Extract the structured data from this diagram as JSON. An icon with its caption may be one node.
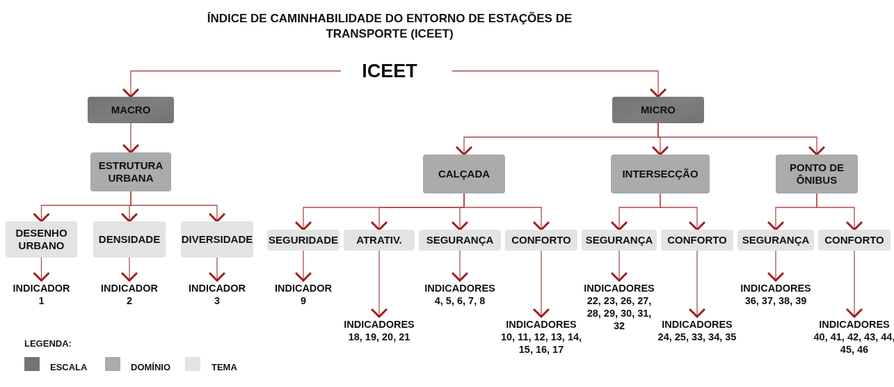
{
  "diagram": {
    "title": "ÍNDICE DE CAMINHABILIDADE DO ENTORNO DE ESTAÇÕES DE TRANSPORTE (ICEET)",
    "nodes": [
      {
        "text": [
          "ICEET"
        ]
      },
      {
        "text": [
          "MACRO"
        ]
      },
      {
        "text": [
          "MICRO"
        ]
      },
      {
        "text": [
          "ESTRUTURA URBANA"
        ]
      },
      {
        "text": [
          "CALÇADA"
        ]
      },
      {
        "text": [
          "INTERSECÇÃO"
        ]
      },
      {
        "text": [
          "PONTO DE ÔNIBUS"
        ]
      },
      {
        "text": [
          "DESENHO URBANO"
        ]
      },
      {
        "text": [
          "DENSIDADE"
        ]
      },
      {
        "text": [
          "DIVERSIDADE"
        ]
      },
      {
        "text": [
          "SEGURIDADE"
        ]
      },
      {
        "text": [
          "ATRATIV."
        ]
      },
      {
        "text": [
          "SEGURANÇA"
        ]
      },
      {
        "text": [
          "CONFORTO"
        ]
      },
      {
        "text": [
          "SEGURANÇA"
        ]
      },
      {
        "text": [
          "CONFORTO"
        ]
      },
      {
        "text": [
          "SEGURANÇA"
        ]
      },
      {
        "text": [
          "CONFORTO"
        ]
      },
      {
        "text": [
          "INDICADOR",
          "1"
        ]
      },
      {
        "text": [
          "INDICADOR",
          "2"
        ]
      },
      {
        "text": [
          "INDICADOR",
          "3"
        ]
      },
      {
        "text": [
          "INDICADOR",
          "9"
        ]
      },
      {
        "text": [
          "INDICADORES",
          "18, 19, 20, 21"
        ]
      },
      {
        "text": [
          "INDICADORES",
          "4, 5, 6, 7, 8"
        ]
      },
      {
        "text": [
          "INDICADORES",
          "10, 11, 12, 13, 14, 15, 16, 17"
        ]
      },
      {
        "text": [
          "INDICADORES",
          "22, 23, 26, 27, 28, 29, 30, 31, 32"
        ]
      },
      {
        "text": [
          "INDICADORES",
          "24, 25, 33, 34, 35"
        ]
      },
      {
        "text": [
          "INDICADORES",
          "36, 37, 38, 39"
        ]
      },
      {
        "text": [
          "INDICADORES",
          "40, 41, 42, 43, 44, 45, 46"
        ]
      }
    ],
    "edges": [
      {
        "from": 0,
        "to": 1,
        "arrow": "to"
      },
      {
        "from": 0,
        "to": 2,
        "arrow": "to"
      },
      {
        "from": 1,
        "to": 3,
        "arrow": "to"
      },
      {
        "from": 2,
        "to": 4,
        "arrow": "to"
      },
      {
        "from": 2,
        "to": 5,
        "arrow": "to"
      },
      {
        "from": 2,
        "to": 6,
        "arrow": "to"
      },
      {
        "from": 3,
        "to": 7,
        "arrow": "to"
      },
      {
        "from": 3,
        "to": 8,
        "arrow": "to"
      },
      {
        "from": 3,
        "to": 9,
        "arrow": "to"
      },
      {
        "from": 4,
        "to": 10,
        "arrow": "to"
      },
      {
        "from": 4,
        "to": 11,
        "arrow": "to"
      },
      {
        "from": 4,
        "to": 12,
        "arrow": "to"
      },
      {
        "from": 4,
        "to": 13,
        "arrow": "to"
      },
      {
        "from": 5,
        "to": 14,
        "arrow": "to"
      },
      {
        "from": 5,
        "to": 15,
        "arrow": "to"
      },
      {
        "from": 6,
        "to": 16,
        "arrow": "to"
      },
      {
        "from": 6,
        "to": 17,
        "arrow": "to"
      },
      {
        "from": 7,
        "to": 18,
        "arrow": "to"
      },
      {
        "from": 8,
        "to": 19,
        "arrow": "to"
      },
      {
        "from": 9,
        "to": 20,
        "arrow": "to"
      },
      {
        "from": 10,
        "to": 21,
        "arrow": "to"
      },
      {
        "from": 11,
        "to": 22,
        "arrow": "to"
      },
      {
        "from": 12,
        "to": 23,
        "arrow": "to"
      },
      {
        "from": 13,
        "to": 24,
        "arrow": "to"
      },
      {
        "from": 14,
        "to": 25,
        "arrow": "to"
      },
      {
        "from": 15,
        "to": 26,
        "arrow": "to"
      },
      {
        "from": 16,
        "to": 27,
        "arrow": "to"
      },
      {
        "from": 17,
        "to": 28,
        "arrow": "to"
      }
    ],
    "labels": [
      "LEGENDA:"
    ],
    "legend": [
      {
        "text": "ESCALA",
        "color": "#737373"
      },
      {
        "text": "DOMÍNIO",
        "color": "#ababab"
      },
      {
        "text": "TEMA",
        "color": "#e3e3e3"
      }
    ]
  }
}
